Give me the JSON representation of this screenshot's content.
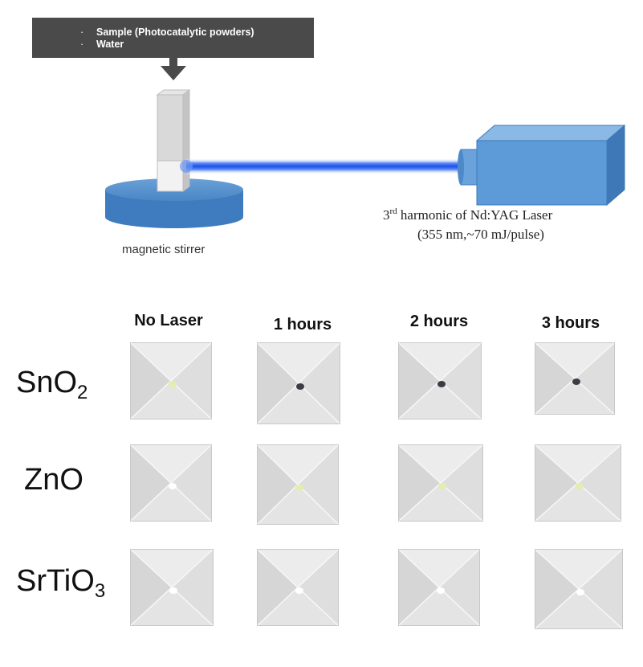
{
  "setup": {
    "inputs_box": {
      "items": [
        "Sample (Photocatalytic powders)",
        "Water"
      ]
    },
    "stirrer_label": "magnetic stirrer",
    "laser_label": {
      "ordinal": "3",
      "ordinal_suffix": "rd",
      "name": "harmonic of Nd:YAG Laser",
      "spec": "(355 nm,~70 mJ/pulse)"
    },
    "colors": {
      "banner": "#4a4a4a",
      "stirrer": "#4a86c6",
      "laser_body": "#4b8fd0",
      "beam": "#3a6cf0"
    }
  },
  "grid": {
    "columns": [
      "No Laser",
      "1 hours",
      "2 hours",
      "3 hours"
    ],
    "rows": [
      {
        "base": "SnO",
        "sub": "2",
        "spots": [
          "pale-yellow",
          "dark",
          "dark",
          "dark"
        ]
      },
      {
        "base": "ZnO",
        "sub": "",
        "spots": [
          "white",
          "pale-yellow",
          "pale-yellow",
          "pale-yellow"
        ]
      },
      {
        "base": "SrTiO",
        "sub": "3",
        "spots": [
          "white",
          "white",
          "white",
          "white"
        ]
      }
    ]
  }
}
